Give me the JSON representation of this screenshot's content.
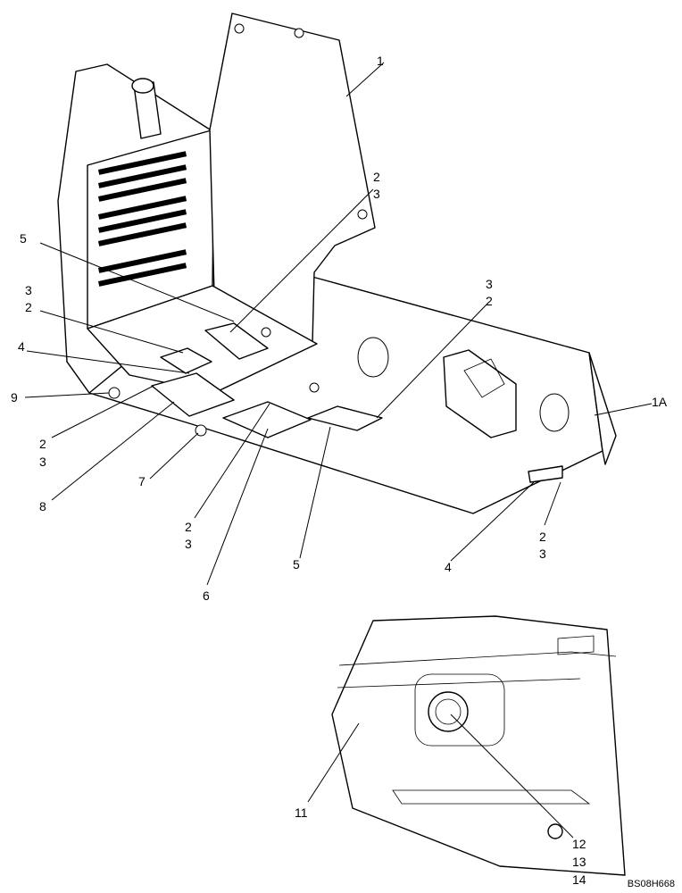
{
  "callouts": {
    "c1": "1",
    "c2_3_upper": [
      "2",
      "3"
    ],
    "c5_left": "5",
    "c3_2_left": [
      "3",
      "2"
    ],
    "c4_left": "4",
    "c9": "9",
    "c2_3_lowleft": [
      "2",
      "3"
    ],
    "c8": "8",
    "c7": "7",
    "c2_3_center": [
      "2",
      "3"
    ],
    "c6": "6",
    "c5_bottom": "5",
    "c3_2_right": [
      "3",
      "2"
    ],
    "c1A": "1A",
    "c4_right": "4",
    "c2_3_right": [
      "2",
      "3"
    ],
    "c11": "11",
    "c12_13_14": [
      "12",
      "13",
      "14"
    ]
  },
  "figure_code": "BS08H668"
}
